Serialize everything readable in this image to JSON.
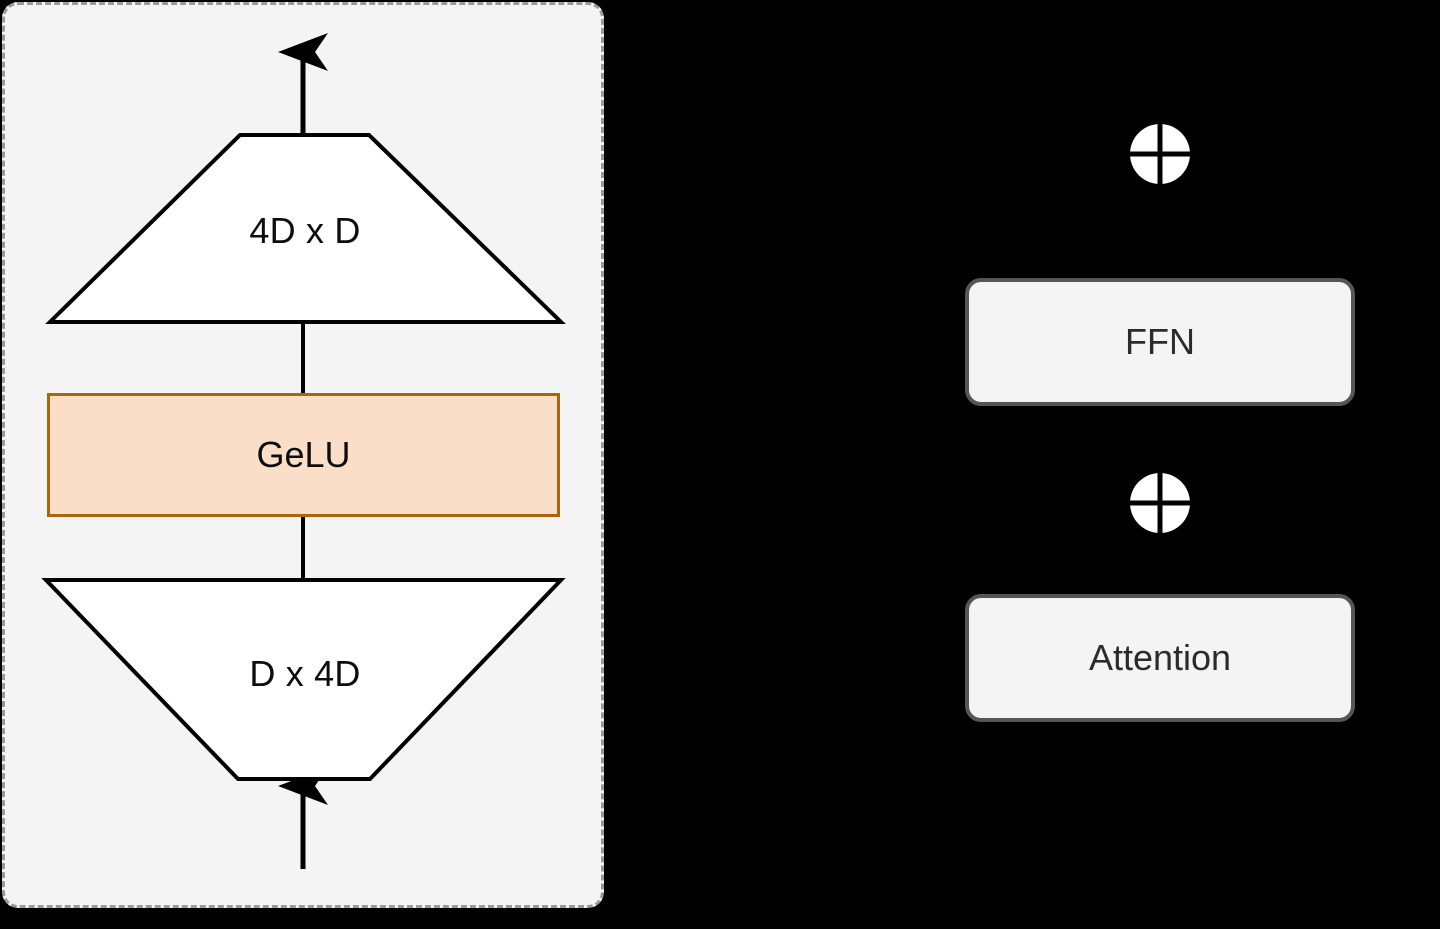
{
  "figure": {
    "background_color": "#000000",
    "type": "transformer-block-diagram"
  },
  "ffn_detail_panel": {
    "name": "ffn-expanded-detail",
    "background_color": "#f4f4f4",
    "border_color": "#9a9a9a",
    "border_style": "dashed",
    "nodes": [
      {
        "id": "up-projection",
        "shape": "trapezoid",
        "label": "4D x D",
        "fill": "#ffffff",
        "stroke": "#000000"
      },
      {
        "id": "activation",
        "shape": "rectangle",
        "label": "GeLU",
        "fill": "#fadec8",
        "stroke": "#ad6410"
      },
      {
        "id": "down-projection",
        "shape": "inverted-trapezoid",
        "label": "D x 4D",
        "fill": "#ffffff",
        "stroke": "#000000"
      }
    ],
    "edges": [
      {
        "from": "input",
        "to": "down-projection",
        "arrow": true
      },
      {
        "from": "down-projection",
        "to": "activation",
        "arrow": false
      },
      {
        "from": "activation",
        "to": "up-projection",
        "arrow": false
      },
      {
        "from": "up-projection",
        "to": "output",
        "arrow": true
      }
    ]
  },
  "block_stack": {
    "name": "transformer-block-stack",
    "blocks": [
      {
        "id": "attention",
        "label": "Attention",
        "fill": "#f4f4f4",
        "stroke": "#565656"
      },
      {
        "id": "residual-add-lower",
        "label": "⊕",
        "icon": "plus-circle-icon",
        "fill": "#ffffff",
        "stroke": "#000000"
      },
      {
        "id": "ffn",
        "label": "FFN",
        "fill": "#f4f4f4",
        "stroke": "#565656"
      },
      {
        "id": "residual-add-upper",
        "label": "⊕",
        "icon": "plus-circle-icon",
        "fill": "#ffffff",
        "stroke": "#000000"
      }
    ]
  },
  "colors": {
    "page_background": "#000000",
    "panel_background": "#f4f4f4",
    "panel_border": "#9a9a9a",
    "activation_fill": "#fadec8",
    "activation_stroke": "#ad6410",
    "block_fill": "#f4f4f4",
    "block_stroke": "#565656",
    "line": "#000000",
    "text": "#0d0d0d"
  }
}
